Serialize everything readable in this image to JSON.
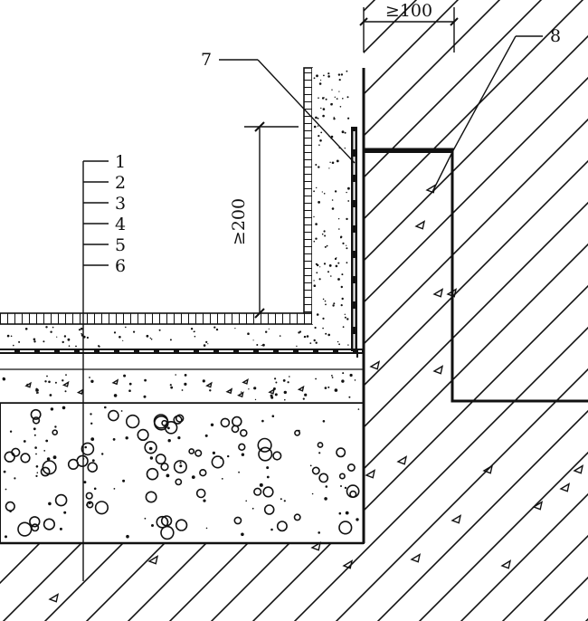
{
  "labels": {
    "layer_1": "1",
    "layer_2": "2",
    "layer_3": "3",
    "layer_4": "4",
    "layer_5": "5",
    "layer_6": "6",
    "callout_7": "7",
    "callout_8": "8"
  },
  "dimensions": {
    "width_min": "≥100",
    "height_min": "≥200"
  },
  "colors": {
    "ink": "#111111",
    "paper": "#ffffff"
  }
}
